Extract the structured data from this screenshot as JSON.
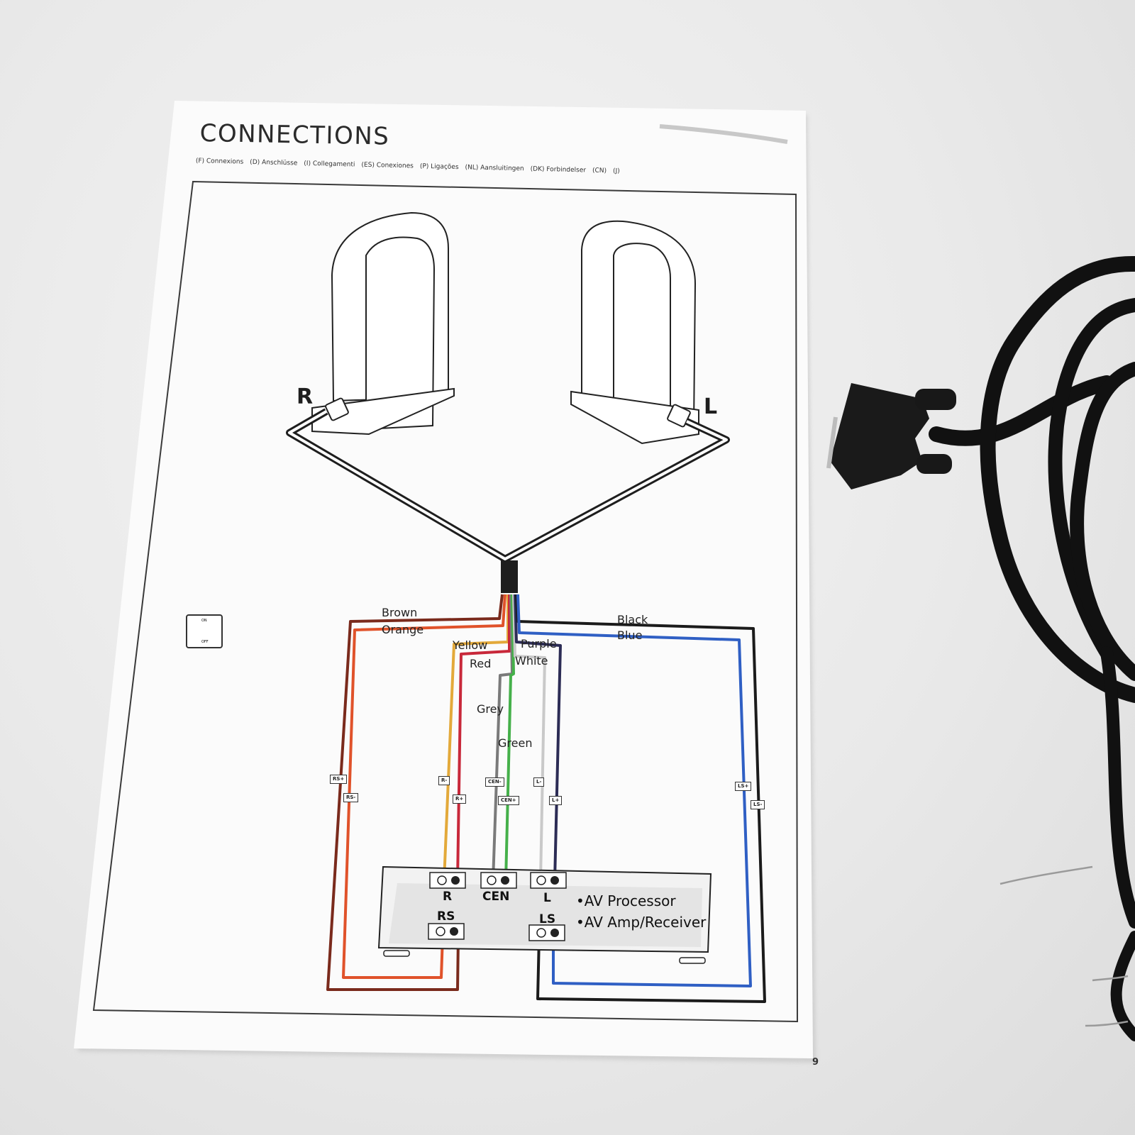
{
  "manual_page": {
    "title": "CONNECTIONS",
    "languages": [
      "(F) Connexions",
      "(D) Anschlüsse",
      "(I) Collegamenti",
      "(ES) Conexiones",
      "(P) Ligações",
      "(NL) Aansluitingen",
      "(DK) Forbindelser",
      "(CN)",
      "(J)"
    ],
    "page_number": "9",
    "speaker_right_label": "R",
    "speaker_left_label": "L",
    "switch_on": "ON",
    "switch_off": "OFF"
  },
  "wires": {
    "brown": "Brown",
    "orange": "Orange",
    "yellow": "Yellow",
    "red": "Red",
    "purple": "Purple",
    "white": "White",
    "grey": "Grey",
    "green": "Green",
    "black": "Black",
    "blue": "Blue"
  },
  "terminal_tags": {
    "rs_plus": "RS+",
    "rs_minus": "RS-",
    "r_minus": "R-",
    "r_plus": "R+",
    "cen_minus": "CEN-",
    "cen_plus": "CEN+",
    "l_minus": "L-",
    "l_plus": "L+",
    "ls_plus": "LS+",
    "ls_minus": "LS-"
  },
  "device": {
    "terminals": {
      "r": "R",
      "cen": "CEN",
      "l": "L",
      "rs": "RS",
      "ls": "LS"
    },
    "line1": "•AV Processor",
    "line2": "•AV Amp/Receiver"
  },
  "colors": {
    "brown": "#7a2a1c",
    "orange": "#e0522a",
    "yellow": "#e3a93a",
    "red": "#c8283a",
    "purple": "#2c2c55",
    "white": "#c9c9c9",
    "grey": "#7a7a7a",
    "green": "#45b04a",
    "black": "#1b1b1b",
    "blue": "#2f5fc4"
  }
}
